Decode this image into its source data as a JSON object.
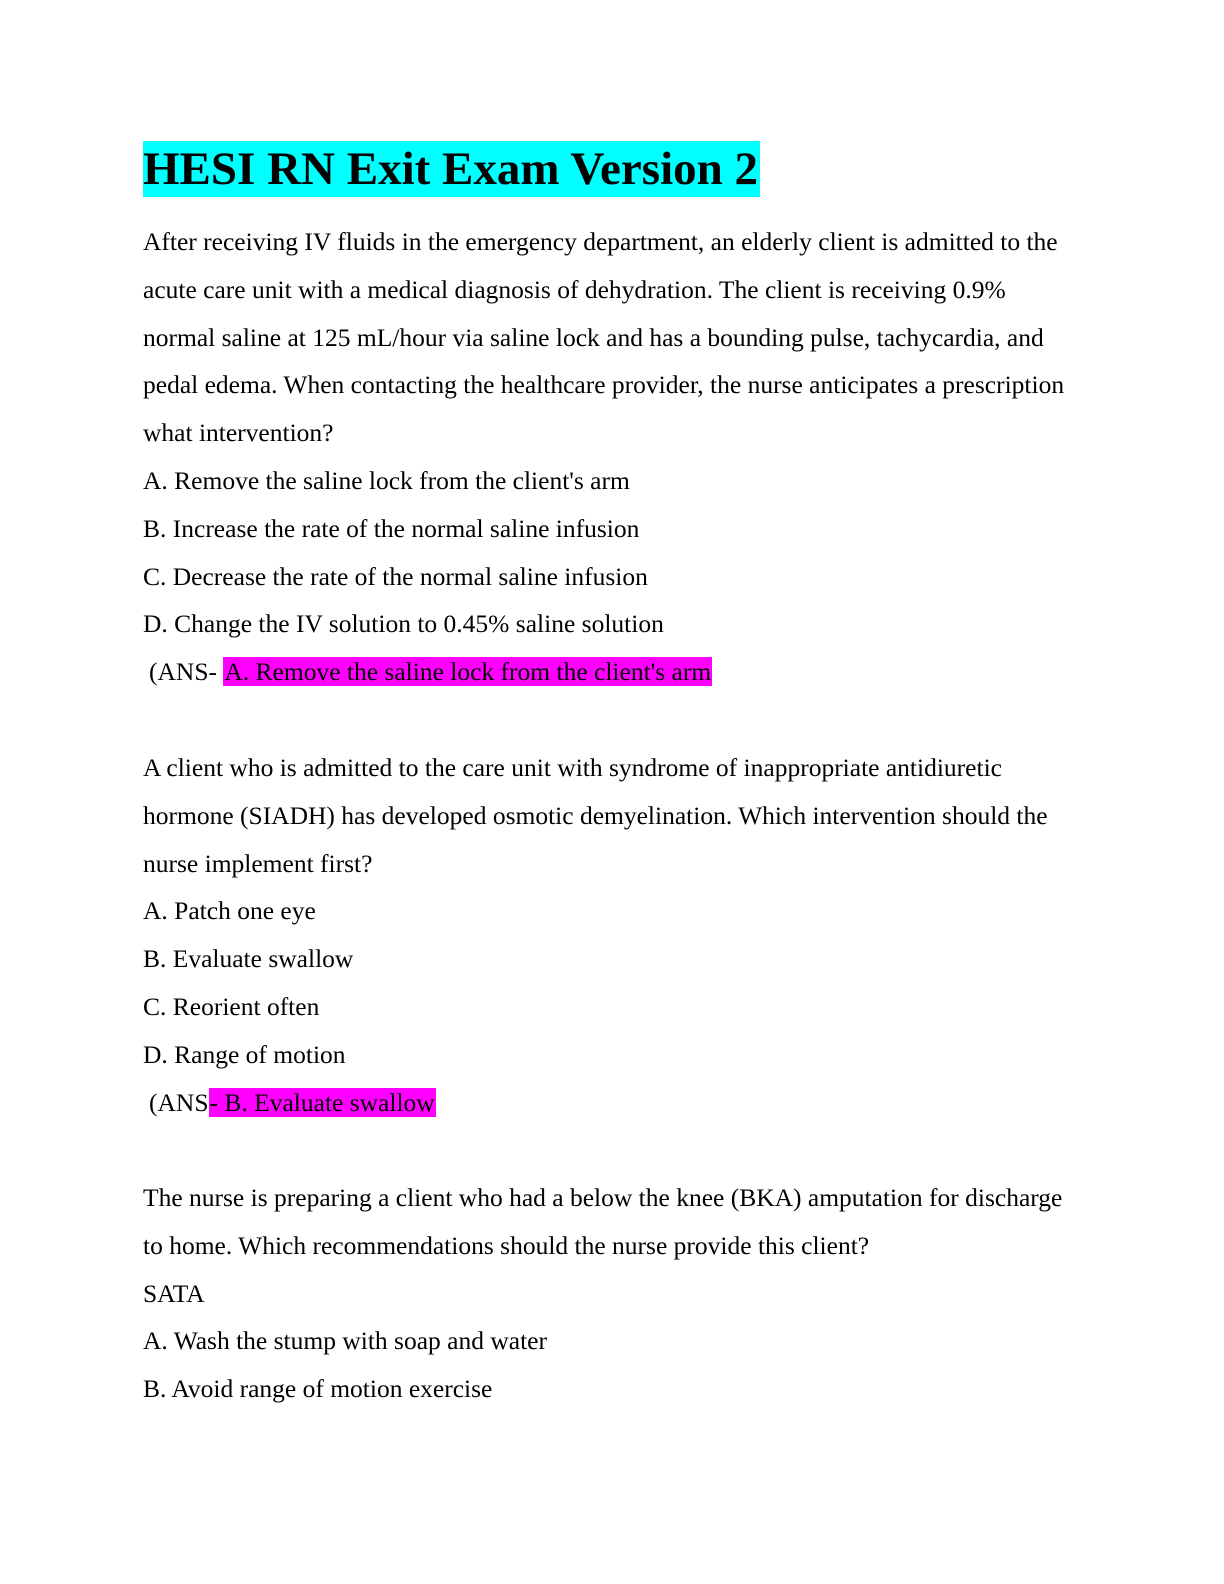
{
  "document": {
    "title": "HESI RN Exit Exam Version 2",
    "highlight_colors": {
      "title": "#00ffff",
      "answer": "#ff00ff"
    }
  },
  "questions": [
    {
      "stem": "After receiving IV fluids in the emergency department, an elderly client is admitted to the acute care unit with a medical diagnosis of dehydration. The client is receiving 0.9% normal saline at 125 mL/hour via saline lock and has a bounding pulse, tachycardia, and pedal edema. When contacting the healthcare provider, the nurse anticipates a prescription what intervention?",
      "options": [
        "A. Remove the saline lock from the client's arm",
        "B. Increase the rate of the normal saline infusion",
        "C. Decrease the rate of the normal saline infusion",
        "D. Change the IV solution to 0.45% saline solution"
      ],
      "answer_prefix": "(ANS- ",
      "answer_text": "A. Remove the saline lock from the client's arm"
    },
    {
      "stem": "A client who is admitted to the care unit with syndrome of inappropriate antidiuretic hormone (SIADH) has developed osmotic demyelination. Which intervention should the nurse implement first?",
      "options": [
        "A. Patch one eye",
        "B. Evaluate swallow",
        "C. Reorient often",
        "D. Range of motion"
      ],
      "answer_prefix": "(ANS",
      "answer_text": "- B. Evaluate swallow"
    },
    {
      "stem": "The nurse is preparing a client who had a below the knee (BKA) amputation for discharge to home. Which recommendations should the nurse provide this client?",
      "tag": "SATA",
      "options": [
        "A. Wash the stump with soap and water",
        "B. Avoid range of motion exercise"
      ]
    }
  ]
}
